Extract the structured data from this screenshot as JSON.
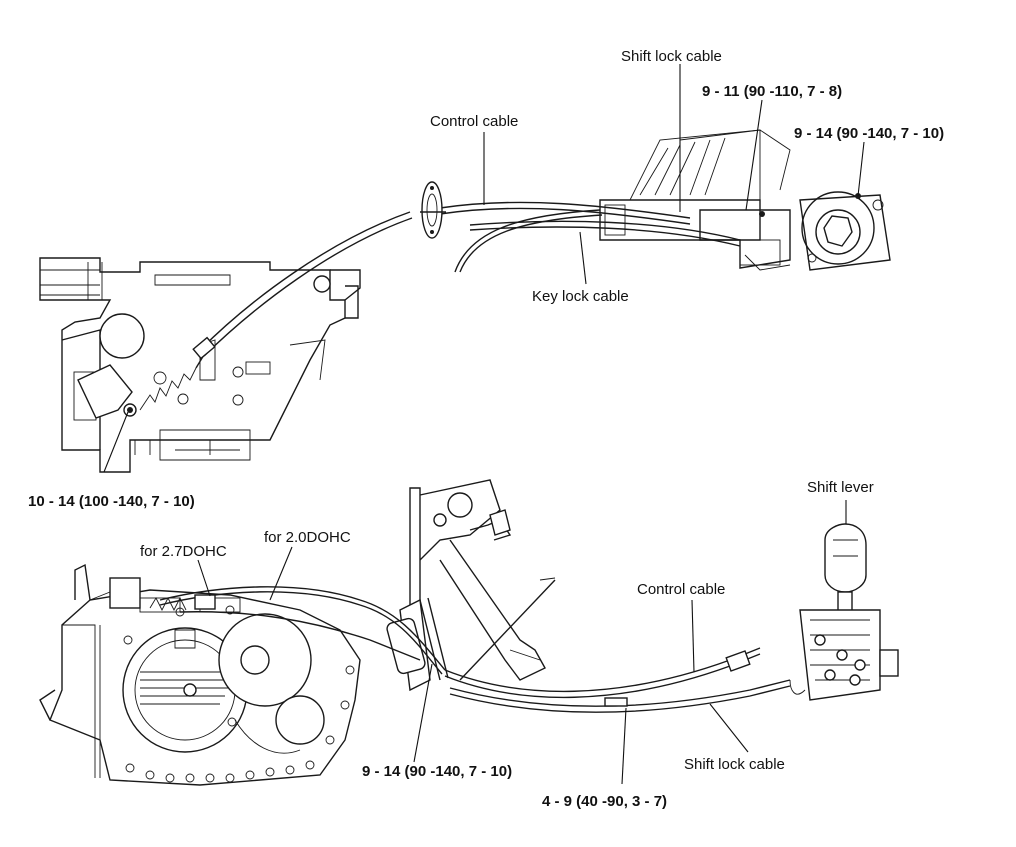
{
  "labels": {
    "shift_lock_cable_top": "Shift lock cable",
    "torque_9_11": "9 - 11 (90 -110, 7 - 8)",
    "control_cable_top": "Control cable",
    "torque_9_14_top": "9 - 14 (90 -140, 7 - 10)",
    "key_lock_cable": "Key lock cable",
    "torque_10_14": "10 - 14 (100 -140, 7 - 10)",
    "shift_lever": "Shift lever",
    "for_2_0dohc": "for 2.0DOHC",
    "for_2_7dohc": "for 2.7DOHC",
    "control_cable_bottom": "Control cable",
    "torque_9_14_bottom": "9 - 14 (90 -140, 7 - 10)",
    "shift_lock_cable_bottom": "Shift lock cable",
    "torque_4_9": "4 - 9 (40 -90, 3 - 7)"
  }
}
